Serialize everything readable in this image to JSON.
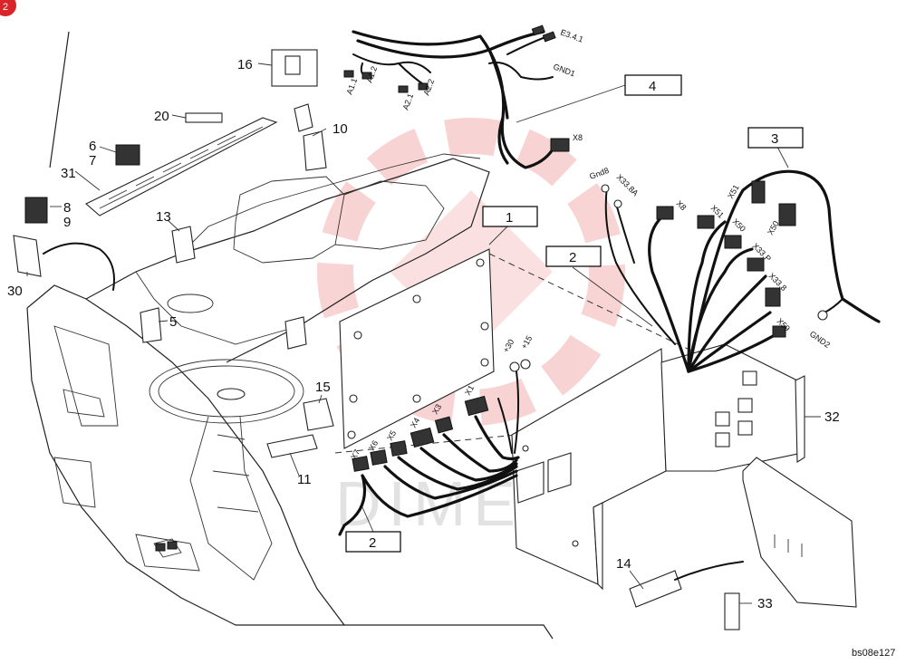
{
  "badge": {
    "text": "2",
    "color": "#d9252a"
  },
  "watermark": {
    "text": "DIMEX",
    "color": "#e23a3a"
  },
  "footer": {
    "code": "bs08e127"
  },
  "callouts": {
    "c1": "1",
    "c2a": "2",
    "c2b": "2",
    "c3": "3",
    "c4": "4",
    "c5": "5",
    "c6": "6",
    "c7": "7",
    "c8": "8",
    "c9": "9",
    "c10": "10",
    "c11": "11",
    "c13": "13",
    "c14": "14",
    "c15": "15",
    "c16": "16",
    "c20": "20",
    "c30": "30",
    "c31": "31",
    "c32": "32",
    "c33": "33"
  },
  "harness4": {
    "e341": "E3.4.1",
    "gnd1": "GND1",
    "x8": "X8",
    "a11": "A1.1",
    "a12": "A1.2",
    "a21": "A2.1",
    "a22": "A2.2"
  },
  "harness3": {
    "gnd8": "Gnd8",
    "x338a": "X33.8A",
    "x8": "X8",
    "x51a": "X51",
    "x51b": "X51",
    "x50a": "X50",
    "x50b": "X50",
    "x33p": "X33.P",
    "x338": "X33.8",
    "x59": "X59",
    "gnd2": "GND2"
  },
  "harness2": {
    "x1": "X1",
    "x3": "X3",
    "x4": "X4",
    "x5": "X5",
    "x6": "X6",
    "x7": "X7",
    "p30": "+30",
    "p15": "+15"
  }
}
